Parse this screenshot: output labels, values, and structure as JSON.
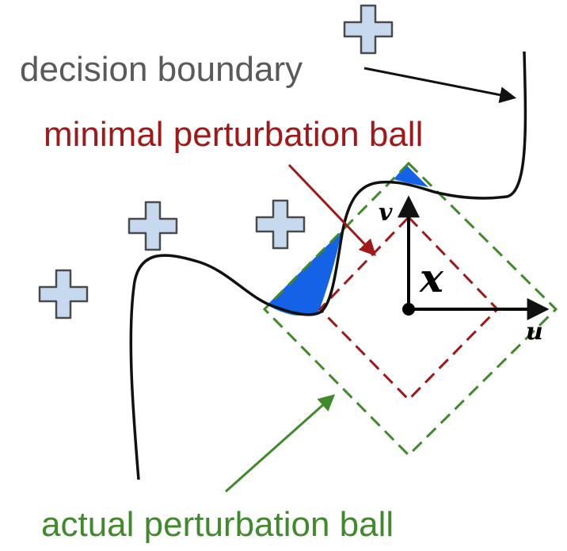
{
  "labels": {
    "decision_boundary": "decision boundary",
    "minimal_ball": "minimal perturbation ball",
    "actual_ball": "actual perturbation ball",
    "point": "x",
    "axis_u": "u",
    "axis_v": "v"
  },
  "colors": {
    "decision_boundary_text": "#5a5a5a",
    "minimal_ball": "#a01818",
    "actual_ball": "#3f8a2a",
    "boundary_line": "#111111",
    "overlap_region": "#1463e6",
    "plus_fill": "#c7d9ef",
    "plus_stroke": "#4a4a4a"
  },
  "icons": [
    "plus-icon",
    "plus-icon",
    "plus-icon",
    "plus-icon"
  ]
}
